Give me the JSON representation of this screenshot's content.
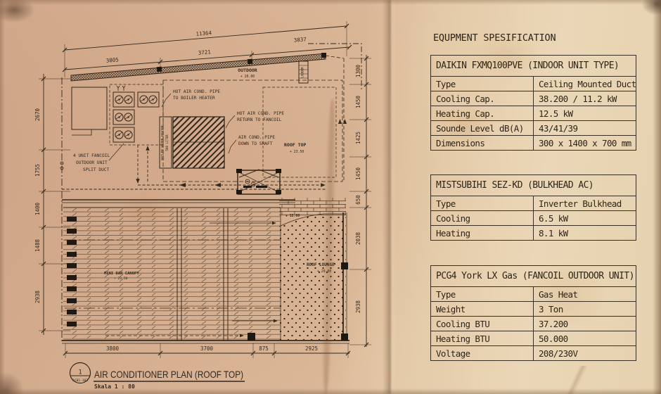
{
  "colors": {
    "paper": "#d9b596",
    "paper_light": "#e9d6b6",
    "ink": "#33291e"
  },
  "spec": {
    "heading": "EQUPMENT SPESIFICATION",
    "tables": [
      {
        "title": "DAIKIN FXMQ100PVE (INDOOR UNIT TYPE)",
        "rows": [
          [
            "Type",
            "Ceiling Mounted Duct"
          ],
          [
            "Cooling Cap.",
            "38.200 / 11.2 kW"
          ],
          [
            "Heating Cap.",
            "12.5 kW"
          ],
          [
            "Sounde Level dB(A)",
            "43/41/39"
          ],
          [
            "Dimensions",
            "300 x 1400 x 700 mm"
          ]
        ]
      },
      {
        "title": "MISTSUBIHI SEZ-KD (BULKHEAD AC)",
        "rows": [
          [
            "Type",
            "Inverter Bulkhead"
          ],
          [
            "Cooling",
            "6.5 kW"
          ],
          [
            "Heating",
            "8.1 kW"
          ]
        ]
      },
      {
        "title": "PCG4 York LX Gas (FANCOIL OUTDOOR UNIT)",
        "rows": [
          [
            "Type",
            "Gas Heat"
          ],
          [
            "Weight",
            "3 Ton"
          ],
          [
            "Cooling BTU",
            "37.200"
          ],
          [
            "Heating BTU",
            "50.000"
          ],
          [
            "Voltage",
            "208/230V"
          ]
        ]
      }
    ]
  },
  "plan": {
    "title": {
      "number": "1",
      "code": "AC01-103",
      "name": "AIR CONDITIONER PLAN (ROOF TOP)",
      "scale": "Skala 1 : 80"
    },
    "labels": {
      "outdoor": "OUTDOOR",
      "outdoor_elev": "+ 20.00",
      "ladder": "LADDER",
      "pipe_boiler_1": "HOT AIR COND. PIPE",
      "pipe_boiler_2": "TO BOILER HEATER",
      "pipe_return_1": "HOT AIR COND. PIPE",
      "pipe_return_2": "RETURN TO FANCOIL",
      "pipe_shaft_1": "AIR COND. PIPE",
      "pipe_shaft_2": "DOWN TO SHAFT",
      "rooftop": "ROOF TOP",
      "rooftop_elev": "+ 23.50",
      "fancoil_1": "4 UNIT FANCOIL",
      "fancoil_2": "OUTDOOR UNIT",
      "fancoil_3": "SPLIT DUCT",
      "boiler_1": "BOILER WATER HEATER",
      "boiler_2": "500 LITER",
      "minibar": "MINI BAR CANOPY",
      "minibar_elev": "+ 23.50",
      "lounge": "ROOF LOUNGE",
      "lounge_elev": "+ 20.00",
      "elev12": "+ 12.00"
    },
    "dims": {
      "top_total": "11364",
      "top_segments": [
        "3805",
        "3721",
        "3837"
      ],
      "left": [
        "2670",
        "1755",
        "1400",
        "1488",
        "2938"
      ],
      "right": [
        "1300",
        "1450",
        "1425",
        "1450",
        "650",
        "2038",
        "2938"
      ],
      "bottom": [
        "3800",
        "3700",
        "875",
        "2925"
      ]
    }
  }
}
